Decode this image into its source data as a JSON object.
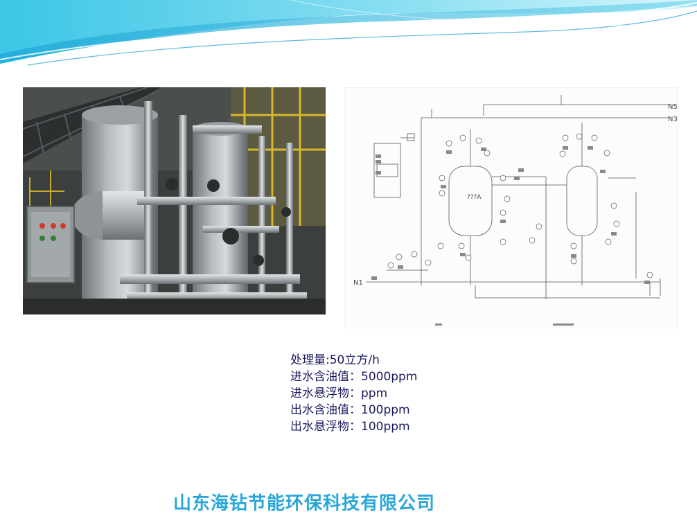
{
  "specs": {
    "line1": "处理量:50立方/h",
    "line2": "进水含油值：5000ppm",
    "line3": "进水悬浮物：ppm",
    "line4": "出水含油值：100ppm",
    "line5": "出水悬浮物：100ppm"
  },
  "company": {
    "name": "山东海钻节能环保科技有限公司"
  },
  "diagram": {
    "outlet_n5": "N5",
    "outlet_n3": "N3",
    "inlet_n1": "N1",
    "vessel_a_label": "???A"
  },
  "colors": {
    "accent": "#2aa6d8",
    "text": "#1a1a60"
  }
}
